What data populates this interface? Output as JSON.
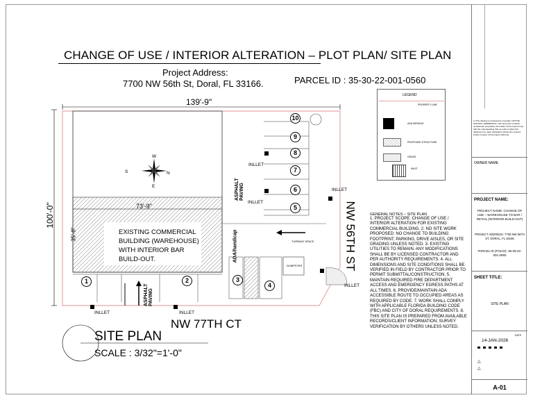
{
  "title": "CHANGE OF USE / INTERIOR ALTERATION – PLOT PLAN/ SITE PLAN",
  "project_address_label": "Project Address:",
  "project_address_value": "7700 NW 56th St, Doral, FL 33166.",
  "parcel_id": "PARCEL ID : 35-30-22-001-0560",
  "dim_top": "139'-9\"",
  "dim_left": "100'-0\"",
  "dim_building_w": "73'-9\"",
  "dim_building_h": "35'-8\"",
  "building_text": "EXISTING COMMERCIAL BUILDING (WAREHOUSE) WITH INTERIOR BAR BUILD-OUT.",
  "asphalt": "ASPHALT PAVING",
  "ada": "ADA/handicap",
  "inlet": "INLLET",
  "street_east": "NW 56TH ST",
  "street_south": "NW 77TH  CT",
  "turning_space": "TURNING SPACE",
  "dumpster": "DUMPSTER",
  "compass": {
    "n": "N",
    "s": "S",
    "e": "E",
    "w": "W"
  },
  "spaces": [
    "1",
    "2",
    "3",
    "4",
    "5",
    "6",
    "7",
    "8",
    "9",
    "10"
  ],
  "site_plan_caption": "SITE PLAN",
  "scale": "SCALE : 3/32\"=1'-0\"",
  "legend": {
    "heading": "LEGEND",
    "items": [
      "PROPERTY LINE",
      "ADA PARKING",
      "PROPOSED STRUCTURE",
      "GRASS",
      "INLET"
    ]
  },
  "general_notes_title": "GENERAL NOTES – SITE PLAN",
  "general_notes": "1. PROJECT SCOPE: CHANGE OF USE / INTERIOR ALTERATION FOR EXISTING COMMERCIAL BUILDING. 2. NO SITE WORK PROPOSED: NO CHANGE TO BUILDING FOOTPRINT, PARKING, DRIVE AISLES, OR SITE GRADING UNLESS NOTED. 3. EXISTING UTILITIES TO REMAIN. ANY MODIFICATIONS SHALL BE BY LICENSED CONTRACTOR AND PER AUTHORITY REQUIREMENTS. 4. ALL DIMENSIONS AND SITE CONDITIONS SHALL BE VERIFIED IN FIELD BY CONTRACTOR PRIOR TO PERMIT SUBMITTAL/CONSTRUCTION. 5. MAINTAIN REQUIRED FIRE DEPARTMENT ACCESS AND EMERGENCY EGRESS PATHS AT ALL TIMES. 6. PROVIDE/MAINTAIN ADA ACCESSIBLE ROUTE TO OCCUPIED AREAS AS REQUIRED BY CODE. 7. WORK SHALL COMPLY WITH APPLICABLE FLORIDA BUILDING CODE (FBC) AND CITY OF DORAL REQUIREMENTS. 8. THIS SITE PLAN IS PREPARED FROM AVAILABLE RECORDS/CLIENT INFORMATION; SURVEY VERIFICATION BY OTHERS UNLESS NOTED.",
  "title_block": {
    "copyright": "1) This drawing is protected by copyright. NOTICE: WITHOUT PERMISSION. This document contains confidential, proprietary information and is loaned only with the understanding that you will not allow this drawing to be used, duplicated, without the express written consent of the project author(s).",
    "owner_label": "OWNER NAME",
    "project_label": "PROJECT NAME:",
    "project_name": "PROJECT NAME: CHANGE OF USE – WAREHOUSE TO BAR / RETAIL (INTERIOR BUILD-OUT)",
    "project_address": "PROJECT ADDRESS: 7700 NW 56TH ST, DORAL, FL 33166",
    "parcel": "PARCEL ID (FOLIO): 35-30-22-001-0560",
    "sheet_title_label": "SHEET TITLE:",
    "sheet_title": "SITE PLAN",
    "date_label": "DATE",
    "date": "14-JAN-2026",
    "sheet_number": "A-01"
  },
  "colors": {
    "property_line": "#e8a8a8",
    "ada_fill": "#000000",
    "hatch": "#777777"
  }
}
